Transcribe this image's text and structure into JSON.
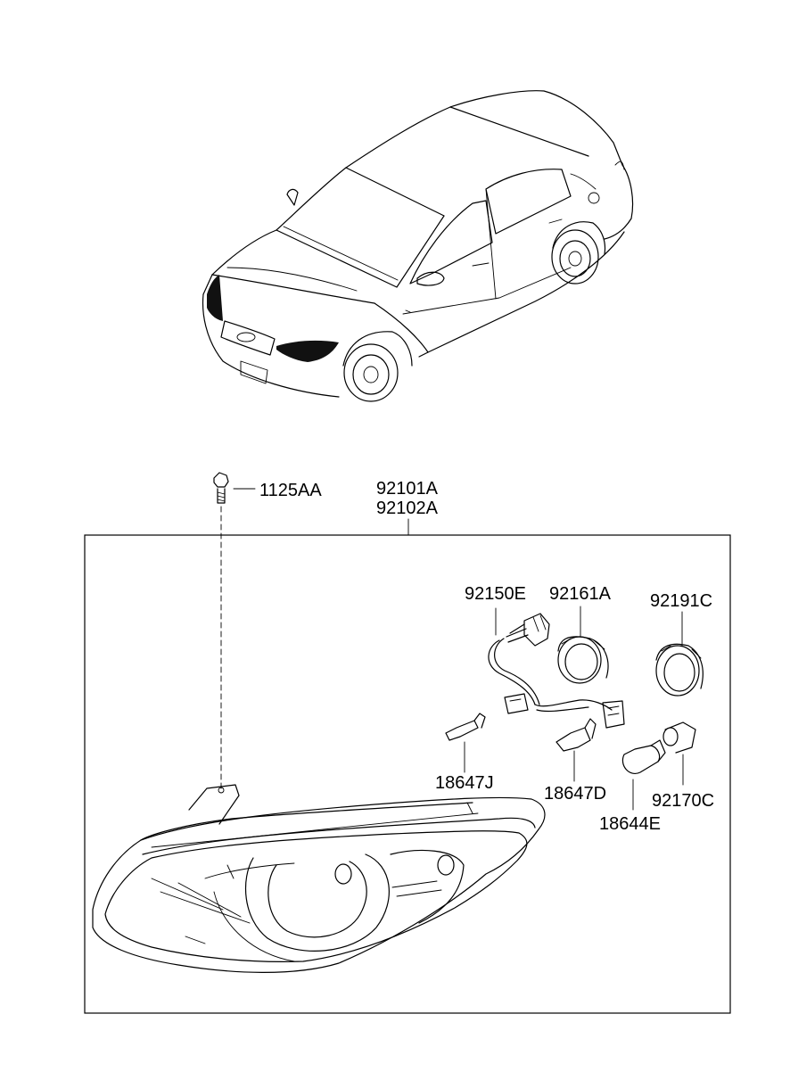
{
  "parts": {
    "bolt": "1125AA",
    "assembly_lh": "92101A",
    "assembly_rh": "92102A",
    "wiring": "92150E",
    "cap_a": "92161A",
    "cap_c": "92191C",
    "bulb_j": "18647J",
    "bulb_d": "18647D",
    "bulb_e": "18644E",
    "socket_c": "92170C"
  }
}
